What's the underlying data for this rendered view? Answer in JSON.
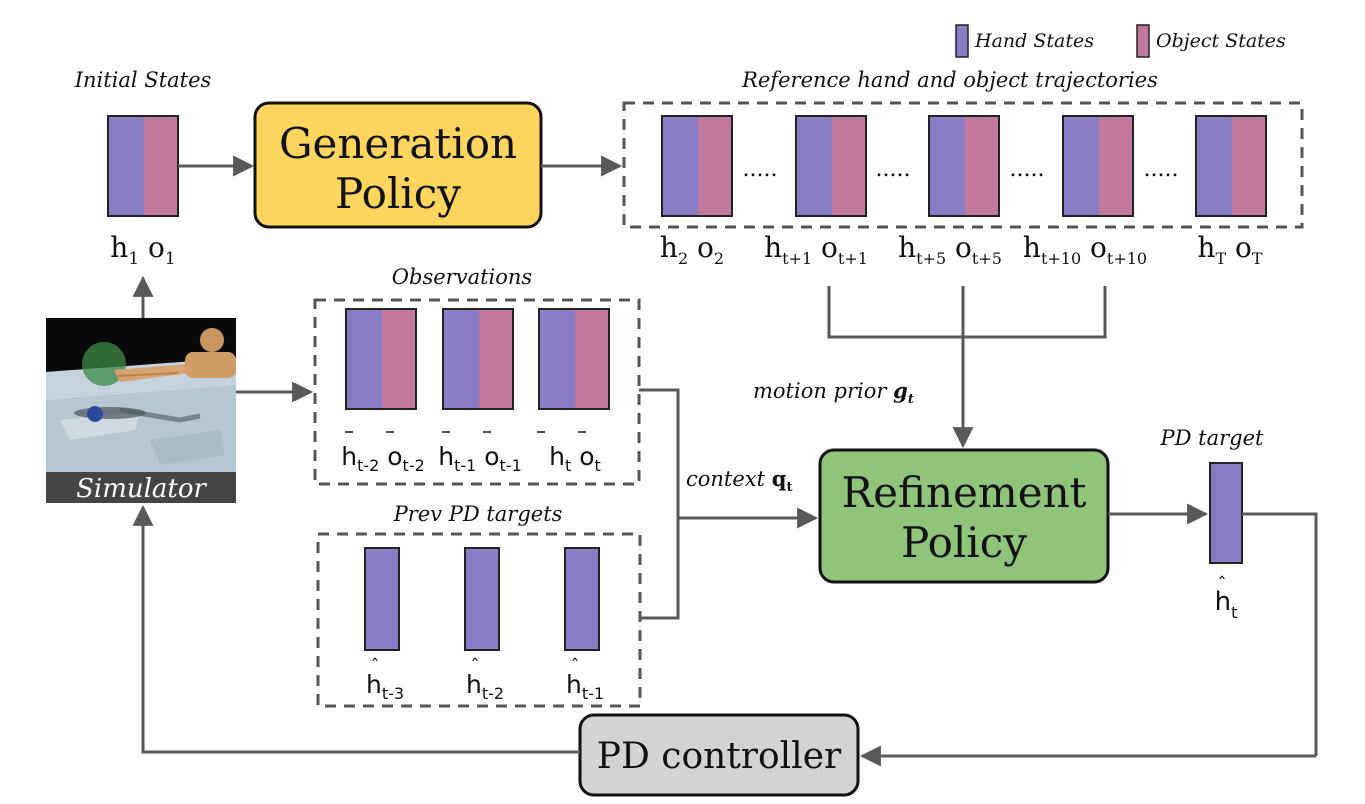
{
  "legend": {
    "hand_states": "Hand States",
    "object_states": "Object States"
  },
  "colors": {
    "hand": "#8a7cc4",
    "object": "#c2789d",
    "generation_policy": "#fcd55f",
    "refinement_policy": "#8fc47b",
    "pd_controller": "#d3d3d3",
    "arrow": "#595959",
    "dashed_border": "#555555",
    "simulator_label_bg": "#454545"
  },
  "labels": {
    "initial_states": "Initial States",
    "reference_trajectories": "Reference hand and object trajectories",
    "observations": "Observations",
    "prev_pd_targets": "Prev PD targets",
    "motion_prior": "motion prior",
    "motion_prior_symbol": "g",
    "motion_prior_sub": "t",
    "context": "context",
    "context_symbol": "q",
    "context_sub": "t",
    "pd_target": "PD target",
    "dots": "....."
  },
  "blocks": {
    "generation_policy": [
      "Generation",
      "Policy"
    ],
    "refinement_policy": [
      "Refinement",
      "Policy"
    ],
    "pd_controller": "PD controller",
    "simulator": "Simulator"
  },
  "initial_state": {
    "h_sub": "1",
    "o_sub": "1"
  },
  "reference_states": [
    {
      "h_sub": "2",
      "o_sub": "2"
    },
    {
      "h_sub": "t+1",
      "o_sub": "t+1"
    },
    {
      "h_sub": "t+5",
      "o_sub": "t+5"
    },
    {
      "h_sub": "t+10",
      "o_sub": "t+10"
    },
    {
      "h_sub": "T",
      "o_sub": "T"
    }
  ],
  "observation_states": [
    {
      "h_sub": "t-2",
      "o_sub": "t-2"
    },
    {
      "h_sub": "t-1",
      "o_sub": "t-1"
    },
    {
      "h_sub": "t",
      "o_sub": "t"
    }
  ],
  "prev_targets": [
    {
      "sub": "t-3"
    },
    {
      "sub": "t-2"
    },
    {
      "sub": "t-1"
    }
  ],
  "pd_target_sub": "t",
  "symbols": {
    "h": "h",
    "o": "o"
  }
}
